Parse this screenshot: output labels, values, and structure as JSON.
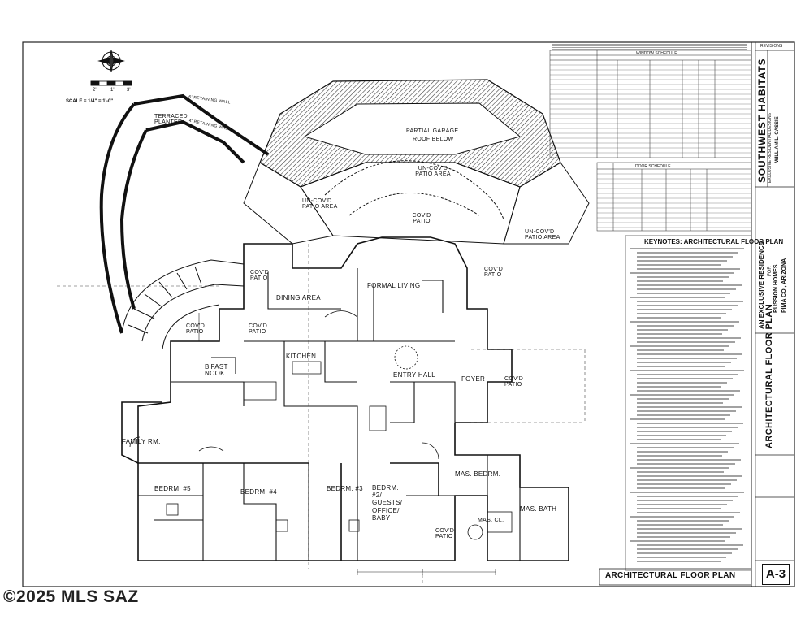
{
  "sheet": {
    "title": "ARCHITECTURAL FLOOR PLAN",
    "number": "A-3",
    "project_lines": [
      "AN EXCLUSIVE RESIDENCE",
      "FOR",
      "RUSSION HOMES",
      "PIMA CO., ARIZONA"
    ],
    "firm": "SOUTHWEST HABITATS",
    "firm_sub": "EXCLUSIVE RESIDENTIAL DESIGNS",
    "designer": "WILLIAM L. CASSIE",
    "side_title": "ARCHITECTURAL FLOOR PLAN",
    "revisions_label": "REVISIONS",
    "scale": "SCALE = 1/4\" = 1'-0\"",
    "scale_ticks": [
      "2'",
      "1'",
      "3'"
    ]
  },
  "rooms": {
    "partial_garage": "PARTIAL GARAGE",
    "roof_below": "ROOF BELOW",
    "uncovd_patio_area_top": "UN-COV'D PATIO AREA",
    "uncovd_patio_area_left": "UN-COV'D PATIO AREA",
    "uncovd_patio_area_right": "UN-COV'D PATIO AREA",
    "covd_patio_center": "COV'D PATIO",
    "covd_patio_right": "COV'D PATIO",
    "covd_patio_left": "COV'D PATIO",
    "covd_patio_curve": "COV'D PATIO",
    "covd_patio_east": "COV'D PATIO",
    "covd_patio_bottom": "COV'D PATIO",
    "terraced_planter": "TERRACED PLANTER",
    "formal_living": "FORMAL LIVING",
    "dining_area": "DINING AREA",
    "kitchen": "KITCHEN",
    "bfast_nook": "B'FAST NOOK",
    "entry_hall": "ENTRY HALL",
    "foyer": "FOYER",
    "family_rm": "FAMILY RM.",
    "bedrm_5": "BEDRM. #5",
    "bedrm_4": "BEDRM. #4",
    "bedrm_3": "BEDRM. #3",
    "bedrm_2": "BEDRM. #2/ GUESTS/ OFFICE/ BABY",
    "mas_bedrm": "MAS. BEDRM.",
    "mas_bath": "MAS. BATH",
    "mas_closet": "MAS. CL.",
    "wall_top": "6' RETAINING WALL",
    "wall_mid": "4' RETAINING WALL"
  },
  "schedules": {
    "window_title": "WINDOW SCHEDULE",
    "door_title": "DOOR SCHEDULE",
    "keynotes_title": "KEYNOTES: ARCHITECTURAL FLOOR PLAN"
  },
  "watermark": {
    "text": "©2025 MLS SAZ"
  },
  "icons": {
    "north": "north-arrow-icon"
  }
}
